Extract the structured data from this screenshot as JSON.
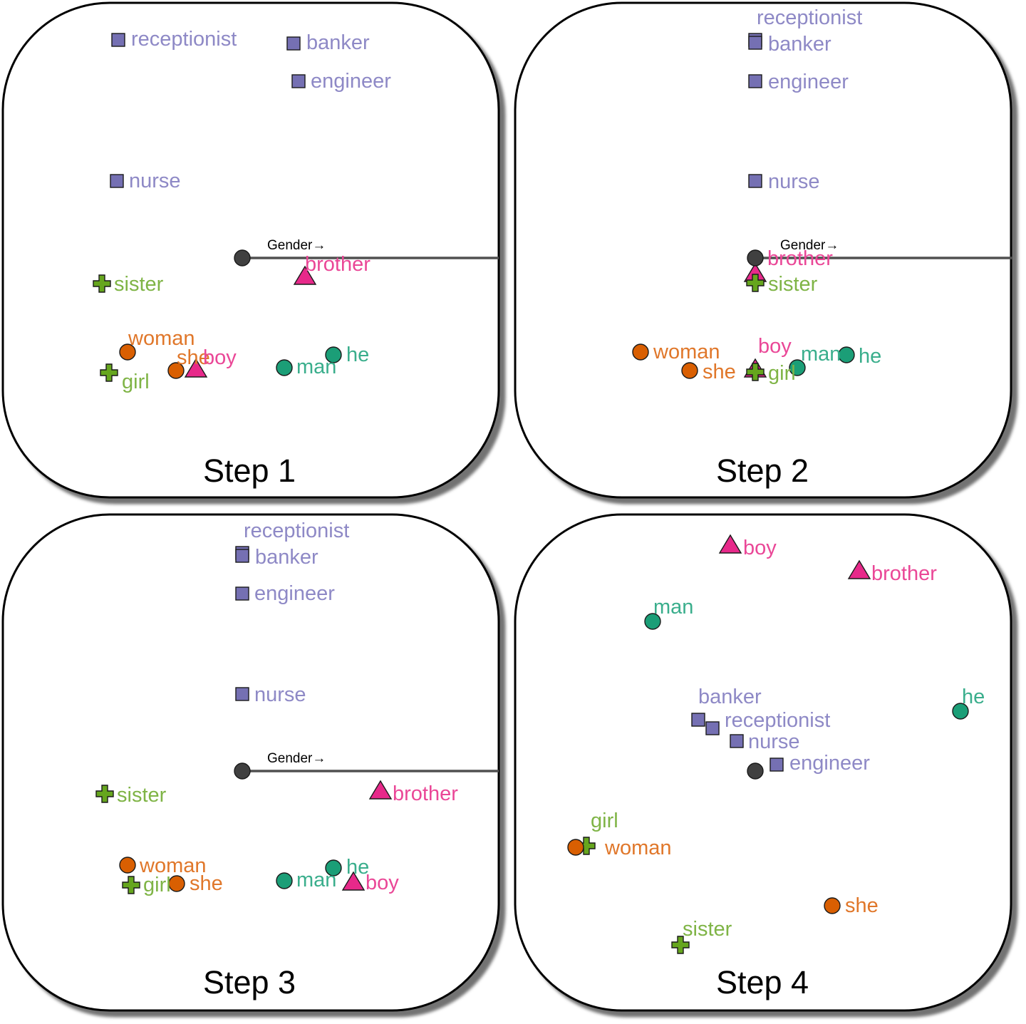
{
  "colors": {
    "profession": "#7570b3",
    "female_pronoun": "#d95f02",
    "male": "#1b9e77",
    "male_kin": "#e7298a",
    "female_kin": "#66a61e",
    "origin": "#404040"
  },
  "label_colors": {
    "profession": "#8e89c6",
    "female_pronoun": "#e0772a",
    "male": "#3aae8c",
    "male_kin": "#ea4797",
    "female_kin": "#7fb446"
  },
  "axis_label": "Gender→",
  "panels": [
    {
      "id": "step1",
      "title": "Step 1",
      "show_axis": true,
      "points": [
        {
          "word": "receptionist",
          "group": "profession"
        },
        {
          "word": "banker",
          "group": "profession"
        },
        {
          "word": "engineer",
          "group": "profession"
        },
        {
          "word": "nurse",
          "group": "profession"
        },
        {
          "word": "brother",
          "group": "male_kin"
        },
        {
          "word": "sister",
          "group": "female_kin"
        },
        {
          "word": "woman",
          "group": "female_pronoun"
        },
        {
          "word": "she",
          "group": "female_pronoun"
        },
        {
          "word": "boy",
          "group": "male_kin"
        },
        {
          "word": "girl",
          "group": "female_kin"
        },
        {
          "word": "man",
          "group": "male"
        },
        {
          "word": "he",
          "group": "male"
        }
      ]
    },
    {
      "id": "step2",
      "title": "Step 2",
      "show_axis": true,
      "points": [
        {
          "word": "receptionist",
          "group": "profession"
        },
        {
          "word": "banker",
          "group": "profession"
        },
        {
          "word": "engineer",
          "group": "profession"
        },
        {
          "word": "nurse",
          "group": "profession"
        },
        {
          "word": "brother",
          "group": "male_kin"
        },
        {
          "word": "sister",
          "group": "female_kin"
        },
        {
          "word": "woman",
          "group": "female_pronoun"
        },
        {
          "word": "she",
          "group": "female_pronoun"
        },
        {
          "word": "boy",
          "group": "male_kin"
        },
        {
          "word": "girl",
          "group": "female_kin"
        },
        {
          "word": "man",
          "group": "male"
        },
        {
          "word": "he",
          "group": "male"
        }
      ]
    },
    {
      "id": "step3",
      "title": "Step 3",
      "show_axis": true,
      "points": [
        {
          "word": "receptionist",
          "group": "profession"
        },
        {
          "word": "banker",
          "group": "profession"
        },
        {
          "word": "engineer",
          "group": "profession"
        },
        {
          "word": "nurse",
          "group": "profession"
        },
        {
          "word": "brother",
          "group": "male_kin"
        },
        {
          "word": "sister",
          "group": "female_kin"
        },
        {
          "word": "woman",
          "group": "female_pronoun"
        },
        {
          "word": "she",
          "group": "female_pronoun"
        },
        {
          "word": "girl",
          "group": "female_kin"
        },
        {
          "word": "man",
          "group": "male"
        },
        {
          "word": "he",
          "group": "male"
        },
        {
          "word": "boy",
          "group": "male_kin"
        }
      ]
    },
    {
      "id": "step4",
      "title": "Step 4",
      "show_axis": false,
      "points": [
        {
          "word": "boy",
          "group": "male_kin"
        },
        {
          "word": "brother",
          "group": "male_kin"
        },
        {
          "word": "man",
          "group": "male"
        },
        {
          "word": "banker",
          "group": "profession"
        },
        {
          "word": "receptionist",
          "group": "profession"
        },
        {
          "word": "nurse",
          "group": "profession"
        },
        {
          "word": "engineer",
          "group": "profession"
        },
        {
          "word": "he",
          "group": "male"
        },
        {
          "word": "girl",
          "group": "female_kin"
        },
        {
          "word": "woman",
          "group": "female_pronoun"
        },
        {
          "word": "she",
          "group": "female_pronoun"
        },
        {
          "word": "sister",
          "group": "female_kin"
        }
      ]
    }
  ]
}
